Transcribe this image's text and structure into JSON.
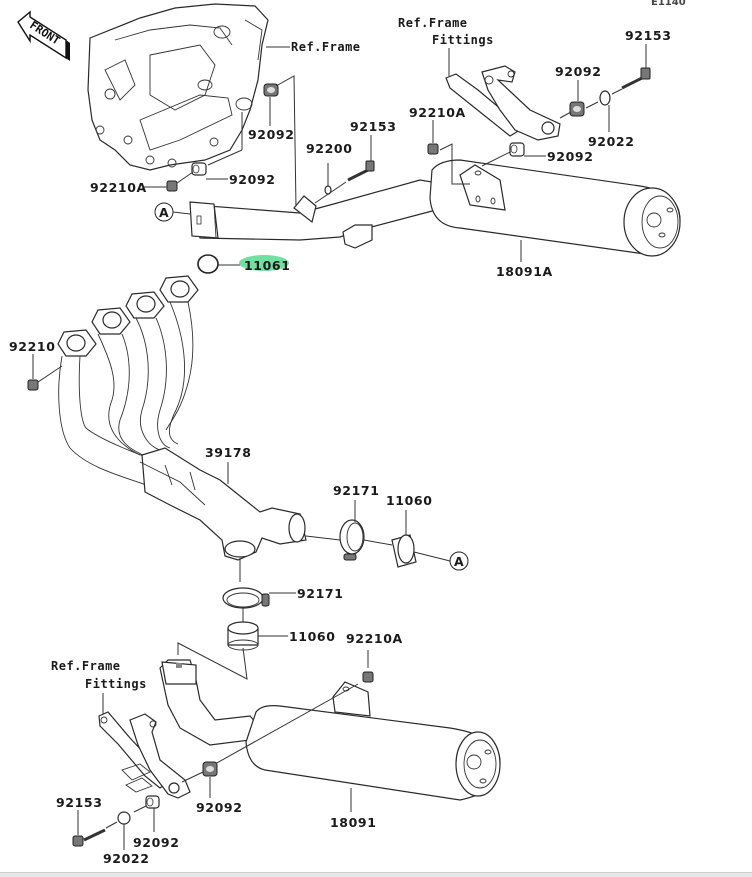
{
  "diagram": {
    "title": "Exhaust system parts diagram",
    "code": "E1140",
    "front_indicator": "FRONT",
    "highlight_color": "#6fe0a0",
    "highlighted_part": "11061",
    "callout_a": "A",
    "ref_labels": {
      "frame": "Ref.Frame",
      "frame_fittings_top_line1": "Ref.Frame",
      "frame_fittings_top_line2": "Fittings",
      "frame_fittings_bottom_line1": "Ref.Frame",
      "frame_fittings_bottom_line2": "Fittings"
    },
    "part_labels": {
      "p92153_top": "92153",
      "p92092_top_right": "92092",
      "p92210A_top": "92210A",
      "p92022_top": "92022",
      "p92092_top_right_lower": "92092",
      "p92092_frame_upper": "92092",
      "p92092_frame_lower": "92092",
      "p92210A_frame": "92210A",
      "p92200": "92200",
      "p92153_mid": "92153",
      "p11061": "11061",
      "p18091A": "18091A",
      "p92210": "92210",
      "p39178": "39178",
      "p92171_right": "92171",
      "p11060_right": "11060",
      "p92171_lower": "92171",
      "p11060_lower": "11060",
      "p92210A_bottom": "92210A",
      "p92153_bottom": "92153",
      "p92092_bottom_mid": "92092",
      "p92092_bottom_left": "92092",
      "p92022_bottom": "92022",
      "p18091": "18091"
    }
  }
}
